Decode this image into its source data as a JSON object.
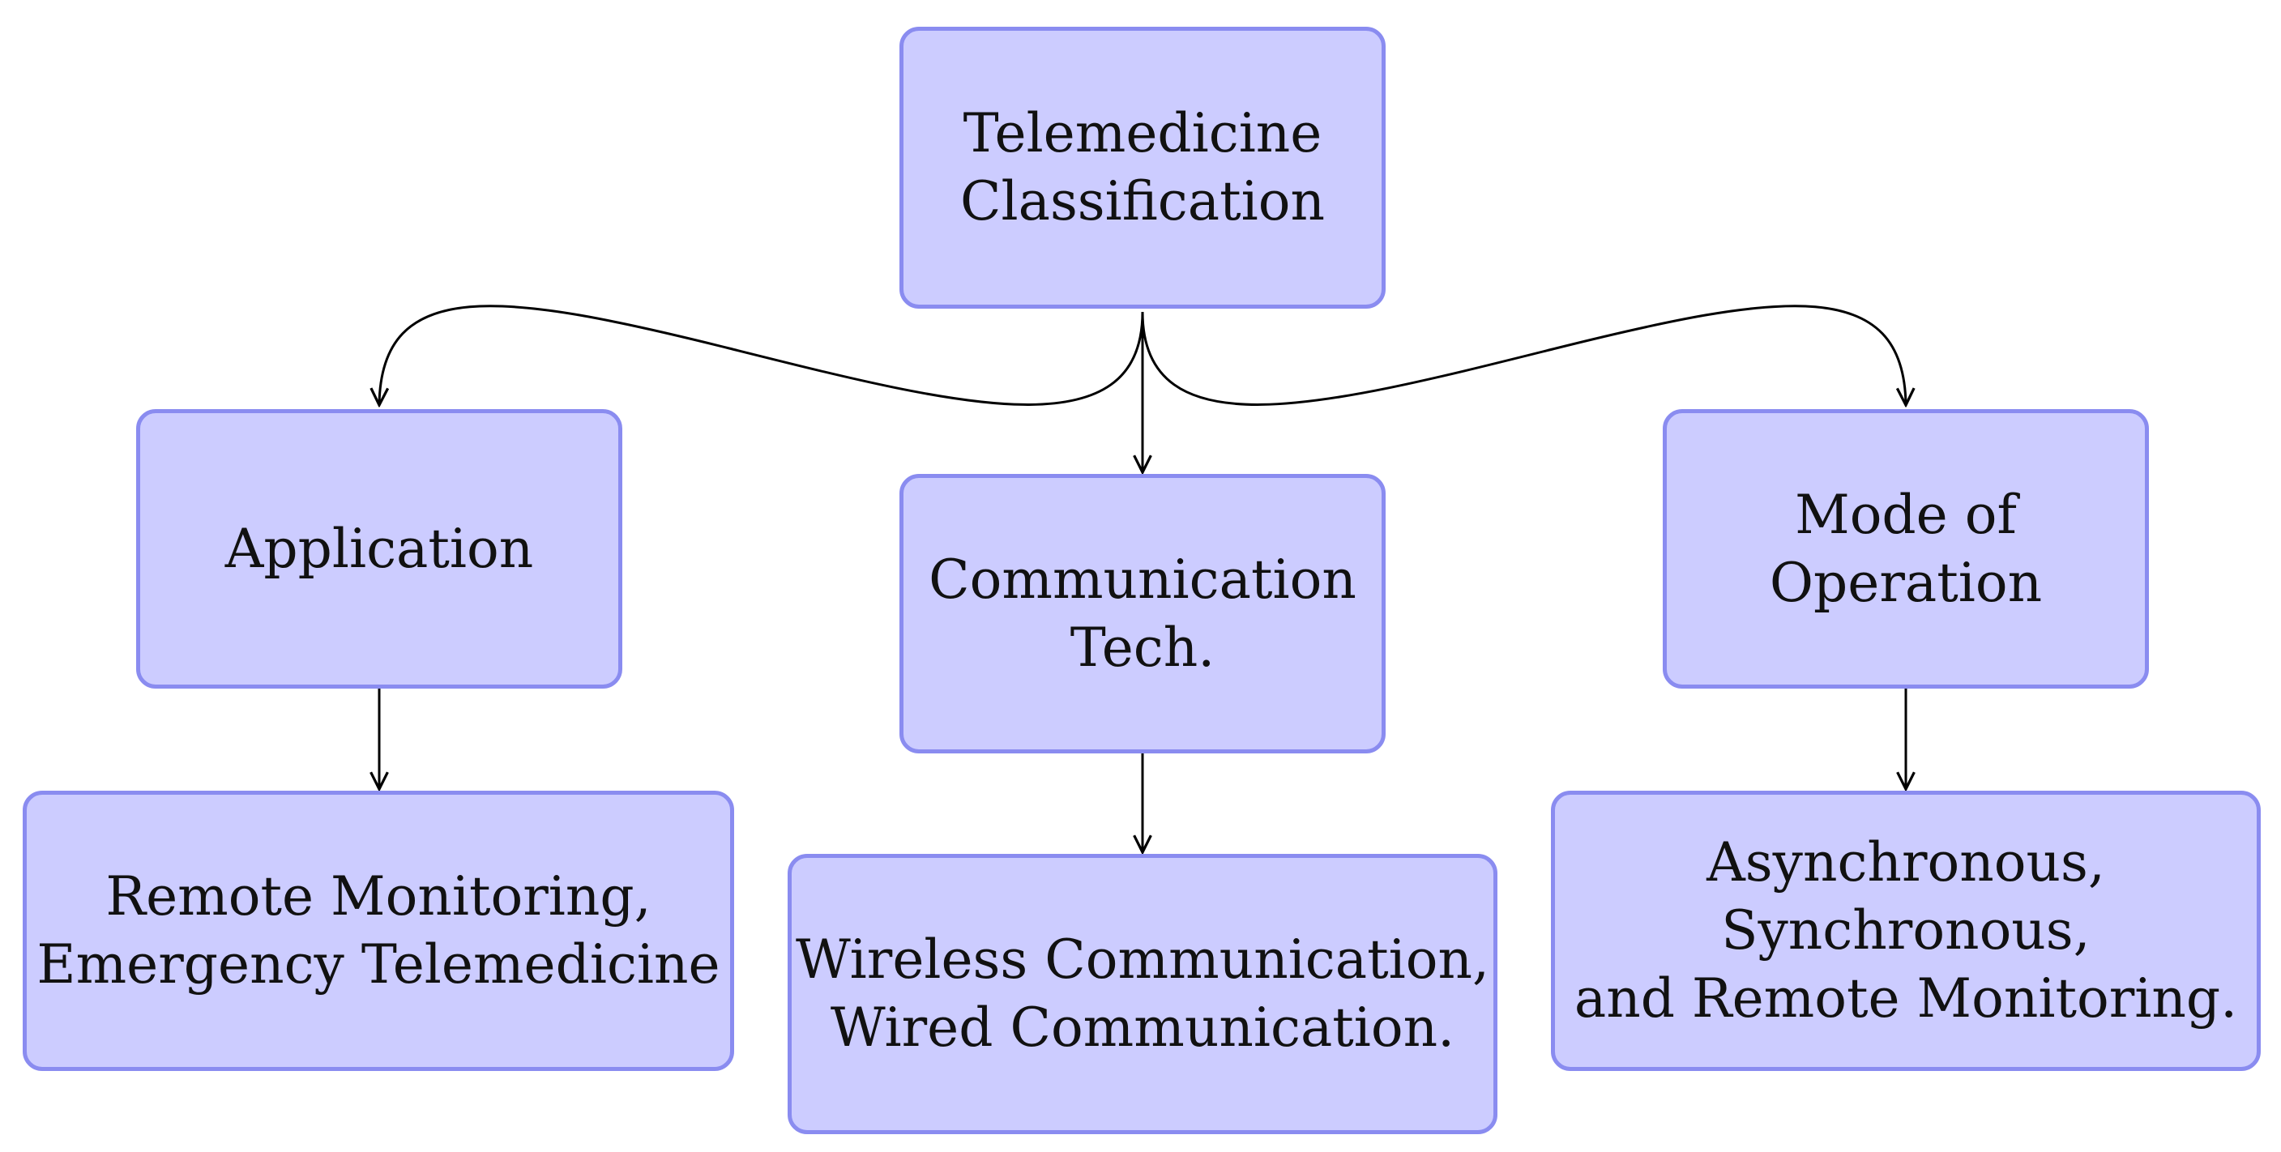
{
  "diagram": {
    "root": {
      "label": "Telemedicine\nClassification"
    },
    "categories": [
      {
        "label": "Application"
      },
      {
        "label": "Communication\nTech."
      },
      {
        "label": "Mode of\nOperation"
      }
    ],
    "details": [
      {
        "label": "Remote Monitoring,\nEmergency Telemedicine"
      },
      {
        "label": "Wireless Communication,\nWired Communication."
      },
      {
        "label": "Asynchronous,\nSynchronous,\nand Remote Monitoring."
      }
    ]
  },
  "colors": {
    "node_fill": "#ccccff",
    "node_border": "#8a8cf0",
    "edge": "#000000"
  }
}
